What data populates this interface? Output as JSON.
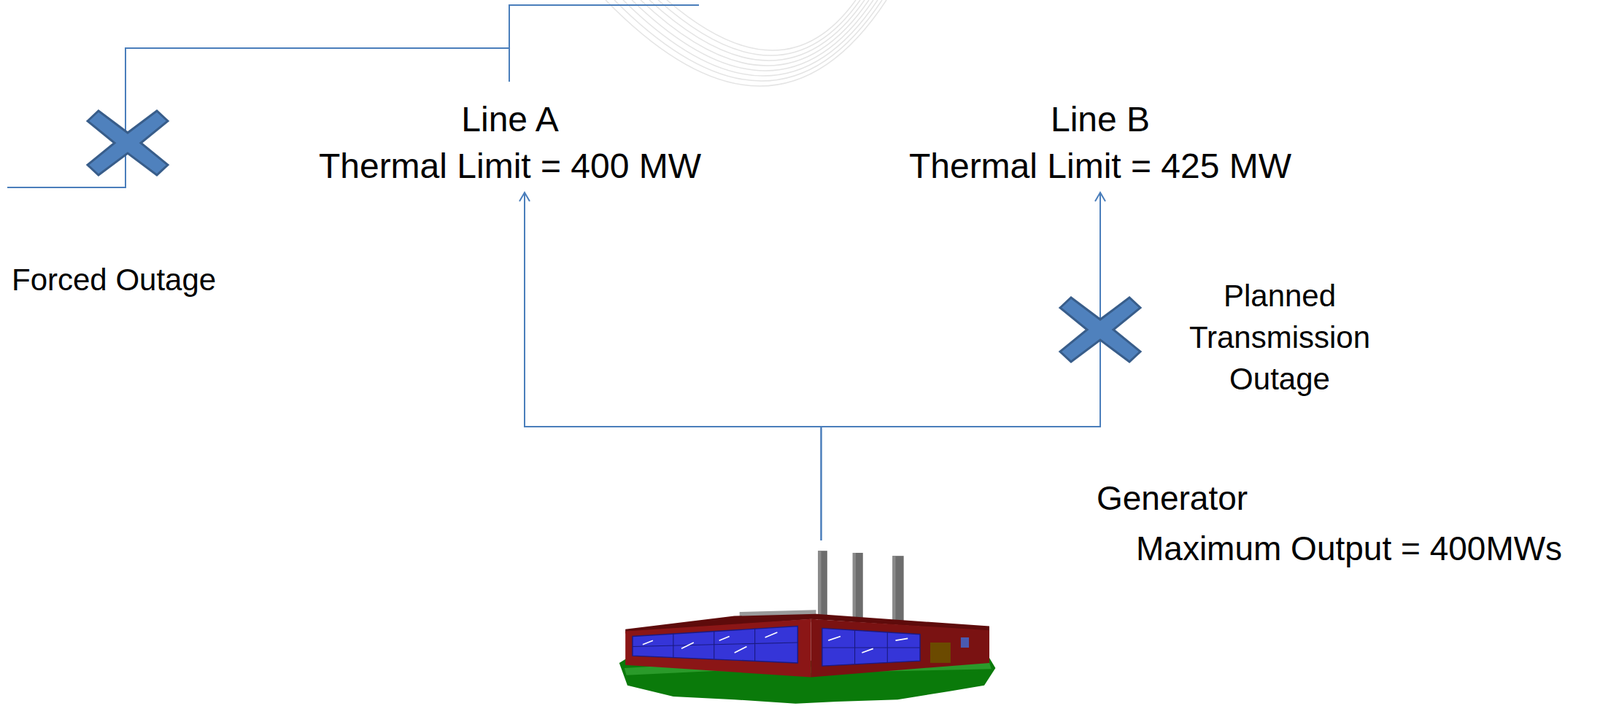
{
  "diagram": {
    "nodes": [
      {
        "text": [
          "Line A",
          "Thermal Limit = 400 MW"
        ]
      },
      {
        "text": [
          "Line B",
          "Thermal Limit = 425 MW"
        ]
      },
      {
        "text": [
          "Generator",
          "Maximum Output = 400MWs"
        ]
      }
    ],
    "edges": [
      {
        "from": 2,
        "to": 0,
        "arrow": "to"
      },
      {
        "from": 2,
        "to": 1,
        "arrow": "to"
      }
    ],
    "labels": [
      "Forced Outage",
      "Planned Transmission Outage"
    ]
  }
}
